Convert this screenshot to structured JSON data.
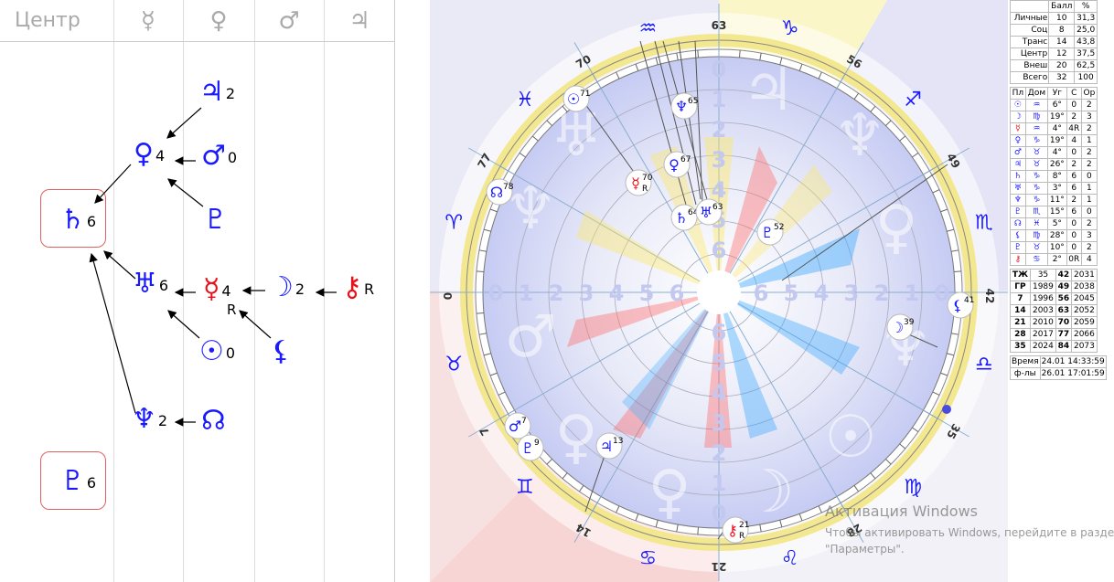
{
  "left_panel": {
    "headers": [
      "Центр",
      "☿",
      "♀",
      "♂",
      "♃"
    ],
    "nodes": [
      {
        "glyph": "♃",
        "num": "2",
        "color": "blue",
        "name": "jupiter"
      },
      {
        "glyph": "♀",
        "num": "4",
        "color": "blue",
        "name": "venus"
      },
      {
        "glyph": "♂",
        "num": "0",
        "color": "blue",
        "name": "mars"
      },
      {
        "glyph": "♇",
        "num": "",
        "color": "blue",
        "name": "pluto-top"
      },
      {
        "glyph": "♄",
        "num": "6",
        "color": "blue",
        "name": "saturn"
      },
      {
        "glyph": "♅",
        "num": "6",
        "color": "blue",
        "name": "uranus"
      },
      {
        "glyph": "☿",
        "num": "4",
        "sub": "R",
        "color": "red",
        "name": "mercury"
      },
      {
        "glyph": "☽",
        "num": "2",
        "color": "blue",
        "name": "moon"
      },
      {
        "glyph": "⚷",
        "num": "R",
        "color": "red",
        "name": "chiron"
      },
      {
        "glyph": "☉",
        "num": "0",
        "color": "blue",
        "name": "sun"
      },
      {
        "glyph": "⚸",
        "num": "",
        "color": "blue",
        "name": "lilith"
      },
      {
        "glyph": "♆",
        "num": "2",
        "color": "blue",
        "name": "neptune"
      },
      {
        "glyph": "☊",
        "num": "",
        "color": "blue",
        "name": "node"
      },
      {
        "glyph": "♇",
        "num": "6",
        "color": "blue",
        "name": "pluto-boxed"
      }
    ]
  },
  "chart": {
    "degree_labels": [
      "63",
      "56",
      "49",
      "42",
      "35",
      "28",
      "21",
      "14",
      "7",
      "0",
      "77",
      "70"
    ],
    "sign_glyphs": [
      "♑",
      "♐",
      "♏",
      "♎",
      "♍",
      "♌",
      "♋",
      "♊",
      "♉",
      "♈",
      "♓",
      "♒"
    ],
    "inner_numbers": [
      "0",
      "1",
      "2",
      "3",
      "4",
      "5",
      "6"
    ],
    "planets": [
      {
        "glyph": "☉",
        "deg": "71",
        "color": "blue"
      },
      {
        "glyph": "♆",
        "deg": "65",
        "color": "blue"
      },
      {
        "glyph": "♀",
        "deg": "67",
        "color": "blue"
      },
      {
        "glyph": "☿",
        "deg": "70",
        "sub": "R",
        "color": "red"
      },
      {
        "glyph": "♄",
        "deg": "64",
        "color": "blue"
      },
      {
        "glyph": "♅",
        "deg": "63",
        "color": "blue"
      },
      {
        "glyph": "♇",
        "deg": "52",
        "color": "blue"
      },
      {
        "glyph": "☊",
        "deg": "78",
        "color": "blue"
      },
      {
        "glyph": "⚸",
        "deg": "41",
        "color": "blue"
      },
      {
        "glyph": "☽",
        "deg": "39",
        "color": "blue"
      },
      {
        "glyph": "♂",
        "deg": "7",
        "color": "blue"
      },
      {
        "glyph": "♇",
        "deg": "9",
        "color": "blue"
      },
      {
        "glyph": "♃",
        "deg": "13",
        "color": "blue"
      },
      {
        "glyph": "⚷",
        "deg": "21",
        "sub": "R",
        "color": "red"
      }
    ]
  },
  "scores": {
    "header": [
      "",
      "Балл",
      "%"
    ],
    "rows": [
      [
        "Личные",
        "10",
        "31,3"
      ],
      [
        "Соц",
        "8",
        "25,0"
      ],
      [
        "Транс",
        "14",
        "43,8"
      ],
      [
        "Центр",
        "12",
        "37,5"
      ],
      [
        "Внеш",
        "20",
        "62,5"
      ],
      [
        "Всего",
        "32",
        "100"
      ]
    ]
  },
  "planet_table": {
    "header": [
      "Пл",
      "Дом",
      "Уг",
      "С",
      "Ор"
    ],
    "rows": [
      [
        "☉",
        "♒",
        "6°",
        "0",
        "2"
      ],
      [
        "☽",
        "♍",
        "19°",
        "2",
        "3"
      ],
      [
        "☿",
        "♒",
        "4°",
        "4R",
        "2"
      ],
      [
        "♀",
        "♑",
        "19°",
        "4",
        "1"
      ],
      [
        "♂",
        "♉",
        "4°",
        "0",
        "2"
      ],
      [
        "♃",
        "♉",
        "26°",
        "2",
        "2"
      ],
      [
        "♄",
        "♑",
        "8°",
        "6",
        "0"
      ],
      [
        "♅",
        "♑",
        "3°",
        "6",
        "1"
      ],
      [
        "♆",
        "♑",
        "11°",
        "2",
        "1"
      ],
      [
        "♇",
        "♏",
        "15°",
        "6",
        "0"
      ],
      [
        "☊",
        "♓",
        "5°",
        "0",
        "2"
      ],
      [
        "⚸",
        "♍",
        "28°",
        "0",
        "3"
      ],
      [
        "♇",
        "♉",
        "10°",
        "0",
        "2"
      ],
      [
        "⚷",
        "♋",
        "2°",
        "0R",
        "4"
      ]
    ]
  },
  "years_table": {
    "rows": [
      [
        "ТЖ",
        "35",
        "42",
        "2031"
      ],
      [
        "ГР",
        "1989",
        "49",
        "2038"
      ],
      [
        "7",
        "1996",
        "56",
        "2045"
      ],
      [
        "14",
        "2003",
        "63",
        "2052"
      ],
      [
        "21",
        "2010",
        "70",
        "2059"
      ],
      [
        "28",
        "2017",
        "77",
        "2066"
      ],
      [
        "35",
        "2024",
        "84",
        "2073"
      ]
    ]
  },
  "time": {
    "rows": [
      [
        "Время",
        "24.01 14:33:59"
      ],
      [
        "ф-лы",
        "26.01 17:01:59"
      ]
    ]
  },
  "watermark": {
    "title": "Активация Windows",
    "line1": "Чтобы активировать Windows, перейдите в разде",
    "line2": "\"Параметры\"."
  },
  "colors": {
    "blue": "#1a1aff",
    "red": "#e8101a",
    "box": "#e06060"
  }
}
